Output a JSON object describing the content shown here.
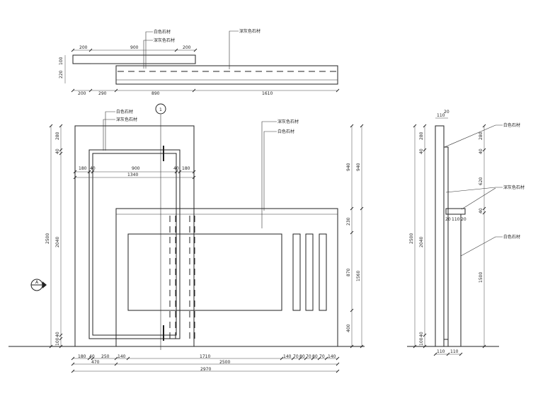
{
  "materials": {
    "white_stone": "白色石材",
    "dark_stone": "深灰色石材"
  },
  "top_view": {
    "dims_top": [
      "200",
      "900",
      "200"
    ],
    "dims_left": [
      "100",
      "220"
    ],
    "dims_bottom": [
      "200",
      "290",
      "890",
      "1610"
    ]
  },
  "front_view": {
    "axis_label": "1",
    "section_marker": "A",
    "dims_left": [
      "2500",
      "2040",
      "280",
      "40",
      "100",
      "40"
    ],
    "dims_inner": [
      "180",
      "40",
      "900",
      "40",
      "180"
    ],
    "dim_1340": "1340",
    "dims_right_inner": [
      "940",
      "230",
      "870",
      "400"
    ],
    "dims_right_outer": [
      "940",
      "1560"
    ],
    "dims_bottom_row1": [
      "180",
      "40",
      "250",
      "140",
      "1710",
      "140",
      "70",
      "80",
      "70",
      "80",
      "70",
      "140"
    ],
    "dims_bottom_row2": [
      "470",
      "2500"
    ],
    "dim_total": "2970"
  },
  "side_view": {
    "dims_top": [
      "110",
      "20"
    ],
    "dims_left": [
      "2500",
      "2040",
      "280",
      "40",
      "100",
      "40"
    ],
    "dims_right": [
      "280",
      "40",
      "620",
      "40",
      "1500"
    ],
    "dims_mid": [
      "20",
      "110",
      "20"
    ],
    "dims_bottom": [
      "110",
      "110"
    ]
  },
  "colors": {
    "line": "#222222",
    "background": "#ffffff"
  }
}
